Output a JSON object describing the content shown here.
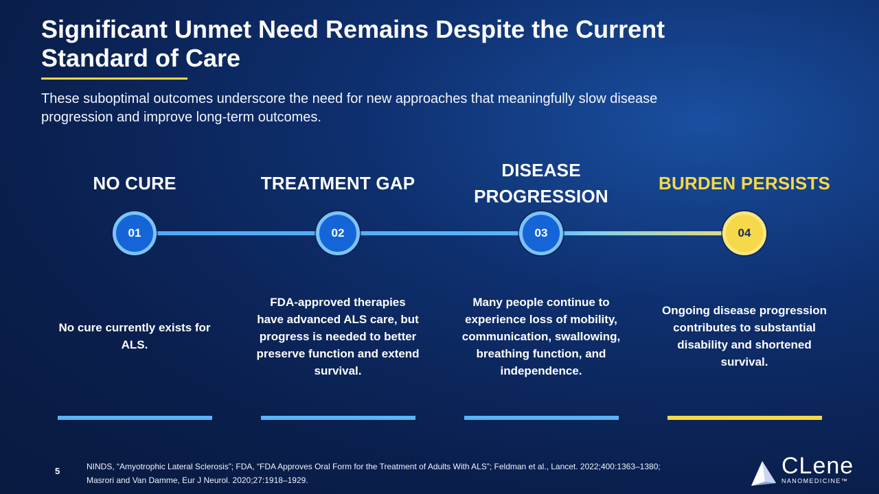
{
  "slide": {
    "title": "Significant Unmet Need Remains Despite the Current Standard of Care",
    "subtitle": "These suboptimal outcomes underscore the need for new approaches that meaningfully slow disease progression and improve long-term outcomes.",
    "page_number": "5",
    "references": "NINDS, “Amyotrophic Lateral Sclerosis”; FDA, “FDA Approves Oral Form for the Treatment of Adults With ALS”; Feldman et al., Lancet. 2022;400:1363–1380; Masrori and Van Damme, Eur J Neurol. 2020;27:1918–1929."
  },
  "steps": [
    {
      "number": "01",
      "heading": "NO CURE",
      "description": "No cure currently exists for ALS.",
      "color": "#58b4f6"
    },
    {
      "number": "02",
      "heading": "TREATMENT GAP",
      "description": "FDA-approved therapies have advanced ALS care, but progress is needed to better preserve function and extend survival.",
      "color": "#58b4f6"
    },
    {
      "number": "03",
      "heading": "DISEASE PROGRESSION",
      "description": "Many people continue to experience loss of mobility, communication, swallowing, breathing function, and independence.",
      "color": "#58b4f6"
    },
    {
      "number": "04",
      "heading": "BURDEN PERSISTS",
      "description": "Ongoing disease progression contributes to substantial disability and shortened survival.",
      "color": "#f5d94a"
    }
  ],
  "logo": {
    "word": "CLene",
    "sub": "NANOMEDICINE™",
    "icon": "clene-sail-logo-icon"
  }
}
